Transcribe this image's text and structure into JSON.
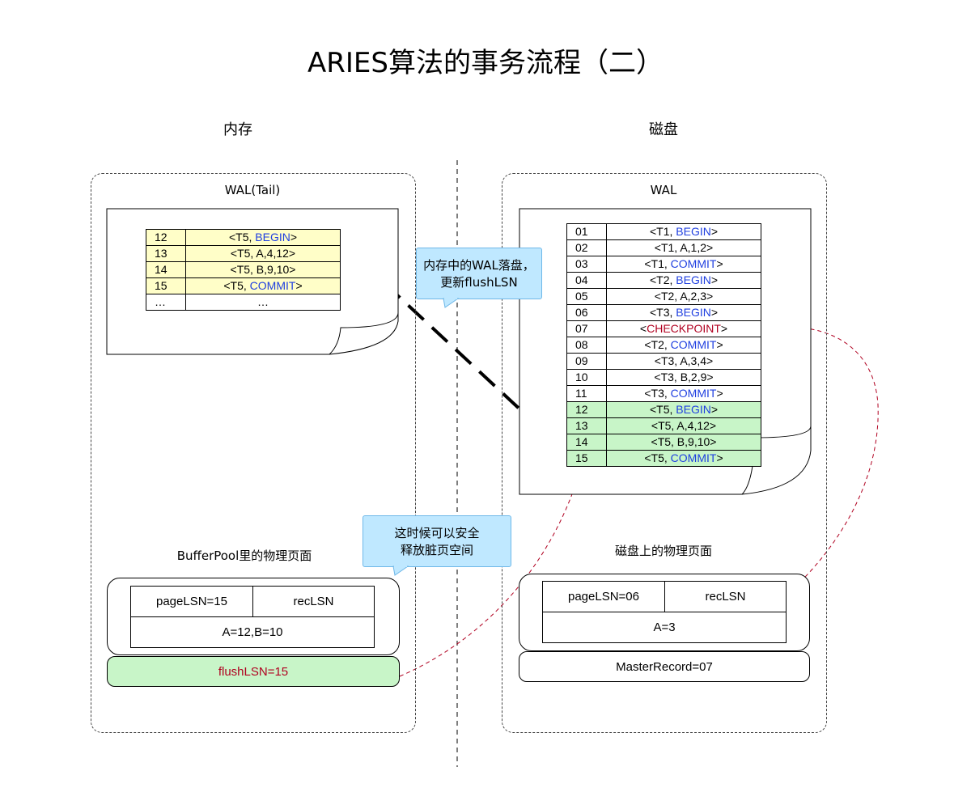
{
  "title": "ARIES算法的事务流程（二）",
  "sections": {
    "memory": "内存",
    "disk": "磁盘"
  },
  "memory": {
    "wal_label": "WAL(Tail)",
    "wal_rows": [
      {
        "lsn": "12",
        "pre": "<T5, ",
        "kw": "BEGIN",
        "post": ">"
      },
      {
        "lsn": "13",
        "pre": "<T5, A,4,12>",
        "kw": "",
        "post": ""
      },
      {
        "lsn": "14",
        "pre": "<T5, B,9,10>",
        "kw": "",
        "post": ""
      },
      {
        "lsn": "15",
        "pre": "<T5, ",
        "kw": "COMMIT",
        "post": ">"
      },
      {
        "lsn": "…",
        "pre": "…",
        "kw": "",
        "post": ""
      }
    ],
    "bufferpool_label": "BufferPool里的物理页面",
    "page": {
      "page_lsn": "pageLSN=15",
      "rec_lsn": "recLSN",
      "values": "A=12,B=10"
    },
    "flush_lsn": "flushLSN=15"
  },
  "disk": {
    "wal_label": "WAL",
    "wal_rows": [
      {
        "lsn": "01",
        "pre": "<T1, ",
        "kw": "BEGIN",
        "post": ">",
        "kw_color": "blue"
      },
      {
        "lsn": "02",
        "pre": "<T1, A,1,2>",
        "kw": "",
        "post": ""
      },
      {
        "lsn": "03",
        "pre": "<T1, ",
        "kw": "COMMIT",
        "post": ">",
        "kw_color": "blue"
      },
      {
        "lsn": "04",
        "pre": "<T2, ",
        "kw": "BEGIN",
        "post": ">",
        "kw_color": "blue"
      },
      {
        "lsn": "05",
        "pre": "<T2, A,2,3>",
        "kw": "",
        "post": ""
      },
      {
        "lsn": "06",
        "pre": "<T3, ",
        "kw": "BEGIN",
        "post": ">",
        "kw_color": "blue"
      },
      {
        "lsn": "07",
        "pre": "<",
        "kw": "CHECKPOINT",
        "post": ">",
        "kw_color": "red"
      },
      {
        "lsn": "08",
        "pre": "<T2, ",
        "kw": "COMMIT",
        "post": ">",
        "kw_color": "blue"
      },
      {
        "lsn": "09",
        "pre": "<T3, A,3,4>",
        "kw": "",
        "post": ""
      },
      {
        "lsn": "10",
        "pre": "<T3, B,2,9>",
        "kw": "",
        "post": ""
      },
      {
        "lsn": "11",
        "pre": "<T3, ",
        "kw": "COMMIT",
        "post": ">",
        "kw_color": "blue"
      },
      {
        "lsn": "12",
        "pre": "<T5, ",
        "kw": "BEGIN",
        "post": ">",
        "kw_color": "blue"
      },
      {
        "lsn": "13",
        "pre": "<T5, A,4,12>",
        "kw": "",
        "post": ""
      },
      {
        "lsn": "14",
        "pre": "<T5, B,9,10>",
        "kw": "",
        "post": ""
      },
      {
        "lsn": "15",
        "pre": "<T5, ",
        "kw": "COMMIT",
        "post": ">",
        "kw_color": "blue"
      }
    ],
    "page_label": "磁盘上的物理页面",
    "page": {
      "page_lsn": "pageLSN=06",
      "rec_lsn": "recLSN",
      "values": "A=3"
    },
    "master_record": "MasterRecord=07"
  },
  "callouts": {
    "flush": [
      "内存中的WAL落盘，",
      "更新flushLSN"
    ],
    "release": [
      "这时候可以安全",
      "释放脏页空间"
    ]
  },
  "colors": {
    "highlight_yellow": "#fffec8",
    "highlight_green": "#c8f5c8",
    "keyword_blue": "#1f3fe0",
    "keyword_red": "#b00020",
    "callout_fill": "#bfe8ff"
  }
}
